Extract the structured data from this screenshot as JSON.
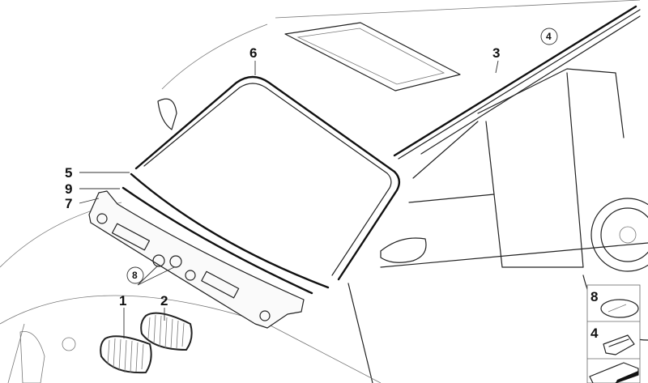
{
  "diagram": {
    "callouts": {
      "c1": "1",
      "c2": "2",
      "c3": "3",
      "c4": "4",
      "c5": "5",
      "c6": "6",
      "c7": "7",
      "c8": "8",
      "c9": "9"
    },
    "legend": [
      {
        "number": "8",
        "icon": "round-cap-icon"
      },
      {
        "number": "4",
        "icon": "clip-icon"
      },
      {
        "number": "",
        "icon": "wedge-shim-icon"
      }
    ]
  }
}
